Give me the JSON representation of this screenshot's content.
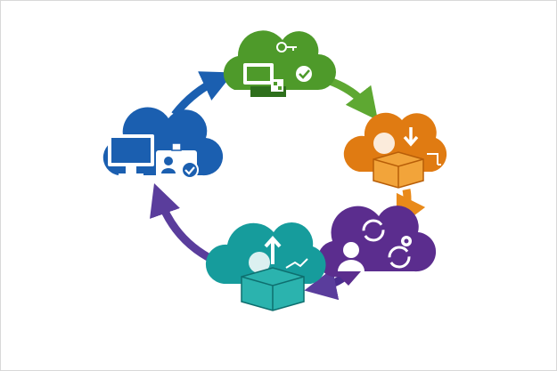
{
  "diagram": {
    "type": "cycle",
    "stages": [
      {
        "id": "access",
        "icon": "cloud-computer-key-check-icon",
        "color": "#4e9a2a"
      },
      {
        "id": "download",
        "icon": "cloud-box-download-icon",
        "color": "#e07b12"
      },
      {
        "id": "sync",
        "icon": "cloud-user-sync-gear-icon",
        "color": "#5b2d8e"
      },
      {
        "id": "upload",
        "icon": "cloud-box-upload-icon",
        "color": "#169c9c"
      },
      {
        "id": "identity",
        "icon": "cloud-computer-id-card-icon",
        "color": "#1b5fb0"
      }
    ]
  }
}
